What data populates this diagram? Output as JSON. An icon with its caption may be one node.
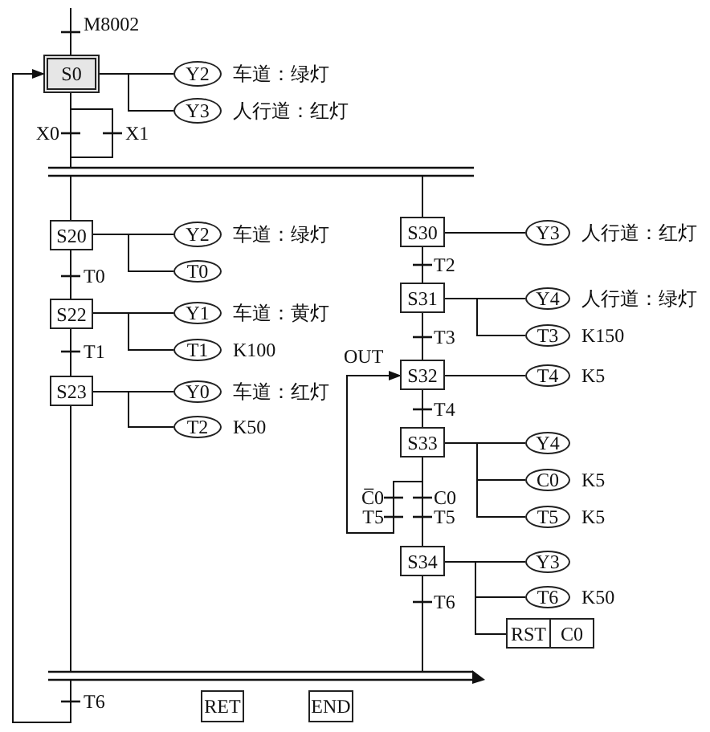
{
  "diagram": {
    "nodes": [
      {
        "text": [
          "S0"
        ]
      },
      {
        "text": [
          "Y2"
        ],
        "beside": [
          "车道：绿灯"
        ]
      },
      {
        "text": [
          "Y3"
        ],
        "beside": [
          "人行道：红灯"
        ]
      },
      {
        "text": [],
        "shape": "bar"
      },
      {
        "text": [
          "S20"
        ]
      },
      {
        "text": [
          "Y2"
        ],
        "beside": [
          "车道：绿灯"
        ]
      },
      {
        "text": [
          "T0"
        ]
      },
      {
        "text": [
          "S22"
        ]
      },
      {
        "text": [
          "Y1"
        ],
        "beside": [
          "车道：黄灯"
        ]
      },
      {
        "text": [
          "T1"
        ],
        "beside": [
          "K100"
        ]
      },
      {
        "text": [
          "S23"
        ]
      },
      {
        "text": [
          "Y0"
        ],
        "beside": [
          "车道：红灯"
        ]
      },
      {
        "text": [
          "T2"
        ],
        "beside": [
          "K50"
        ]
      },
      {
        "text": [
          "S30"
        ]
      },
      {
        "text": [
          "Y3"
        ],
        "beside": [
          "人行道：红灯"
        ]
      },
      {
        "text": [
          "S31"
        ]
      },
      {
        "text": [
          "Y4"
        ],
        "beside": [
          "人行道：绿灯"
        ]
      },
      {
        "text": [
          "T3"
        ],
        "beside": [
          "K150"
        ]
      },
      {
        "text": [
          "S32"
        ]
      },
      {
        "text": [
          "T4"
        ],
        "beside": [
          "K5"
        ]
      },
      {
        "text": [
          "S33"
        ]
      },
      {
        "text": [
          "Y4"
        ]
      },
      {
        "text": [
          "C0"
        ],
        "beside": [
          "K5"
        ]
      },
      {
        "text": [
          "T5"
        ],
        "beside": [
          "K5"
        ]
      },
      {
        "text": [
          "S34"
        ]
      },
      {
        "text": [
          "Y3"
        ]
      },
      {
        "text": [
          "T6"
        ],
        "beside": [
          "K50"
        ]
      },
      {
        "text": [
          "RST",
          "C0"
        ]
      },
      {
        "text": [],
        "shape": "bar"
      },
      {
        "text": [
          "RET"
        ]
      },
      {
        "text": [
          "END"
        ]
      }
    ],
    "edges": [
      {
        "from": null,
        "to": 0,
        "arrow": "none",
        "label": "M8002"
      },
      {
        "from": 0,
        "to": 1,
        "arrow": "none"
      },
      {
        "from": 0,
        "to": 2,
        "arrow": "none"
      },
      {
        "from": 0,
        "to": 3,
        "arrow": "none",
        "label": "X0"
      },
      {
        "from": 0,
        "to": 3,
        "arrow": "none",
        "label": "X1"
      },
      {
        "from": 3,
        "to": 4,
        "arrow": "none"
      },
      {
        "from": 3,
        "to": 13,
        "arrow": "none"
      },
      {
        "from": 4,
        "to": 5,
        "arrow": "none"
      },
      {
        "from": 4,
        "to": 6,
        "arrow": "none"
      },
      {
        "from": 4,
        "to": 7,
        "arrow": "none",
        "label": "T0"
      },
      {
        "from": 7,
        "to": 8,
        "arrow": "none"
      },
      {
        "from": 7,
        "to": 9,
        "arrow": "none"
      },
      {
        "from": 7,
        "to": 10,
        "arrow": "none",
        "label": "T1"
      },
      {
        "from": 10,
        "to": 11,
        "arrow": "none"
      },
      {
        "from": 10,
        "to": 12,
        "arrow": "none"
      },
      {
        "from": 10,
        "to": 28,
        "arrow": "none"
      },
      {
        "from": 13,
        "to": 14,
        "arrow": "none"
      },
      {
        "from": 13,
        "to": 15,
        "arrow": "none",
        "label": "T2"
      },
      {
        "from": 15,
        "to": 16,
        "arrow": "none"
      },
      {
        "from": 15,
        "to": 17,
        "arrow": "none"
      },
      {
        "from": 15,
        "to": 18,
        "arrow": "none",
        "label": "T3"
      },
      {
        "from": 18,
        "to": 19,
        "arrow": "none"
      },
      {
        "from": 18,
        "to": 20,
        "arrow": "none",
        "label": "T4"
      },
      {
        "from": 20,
        "to": 21,
        "arrow": "none"
      },
      {
        "from": 20,
        "to": 22,
        "arrow": "none"
      },
      {
        "from": 20,
        "to": 23,
        "arrow": "none"
      },
      {
        "from": 20,
        "to": 18,
        "arrow": "to",
        "label": "OUT"
      },
      {
        "from": 20,
        "to": 24,
        "arrow": "none"
      },
      {
        "from": 24,
        "to": 25,
        "arrow": "none"
      },
      {
        "from": 24,
        "to": 26,
        "arrow": "none"
      },
      {
        "from": 24,
        "to": 27,
        "arrow": "none"
      },
      {
        "from": 24,
        "to": 28,
        "arrow": "none",
        "label": "T6"
      },
      {
        "from": 28,
        "to": 0,
        "arrow": "to",
        "label": "T6"
      }
    ],
    "labels": [
      "C̅0",
      "C0",
      "T5",
      "T5"
    ]
  }
}
